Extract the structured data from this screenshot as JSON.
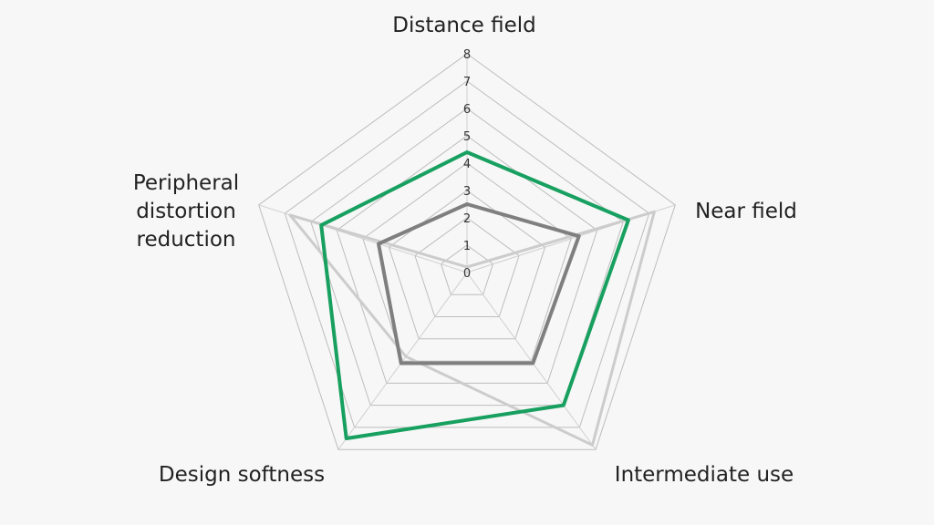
{
  "chart_data": {
    "type": "radar",
    "axes": [
      "Distance field",
      "Near field",
      "Intermediate use",
      "Design softness",
      "Peripheral distortion reduction"
    ],
    "axis_label_lines": [
      [
        "Distance field"
      ],
      [
        "Near field"
      ],
      [
        "Intermediate use"
      ],
      [
        "Design softness"
      ],
      [
        "Peripheral",
        "distortion",
        "reduction"
      ]
    ],
    "r_ticks": [
      "0",
      "1",
      "2",
      "3",
      "4",
      "5",
      "6",
      "7",
      "8"
    ],
    "rlim": [
      0,
      8
    ],
    "grid": true,
    "series": [
      {
        "values": [
          4.4,
          6.2,
          6.0,
          7.5,
          5.6
        ],
        "color": "#18a060"
      },
      {
        "values": [
          2.5,
          4.3,
          4.1,
          4.1,
          3.4
        ],
        "color": "#7f7f7f"
      },
      {
        "values": [
          0.2,
          7.2,
          7.8,
          3.8,
          6.8
        ],
        "color": "#cccccc"
      }
    ]
  }
}
